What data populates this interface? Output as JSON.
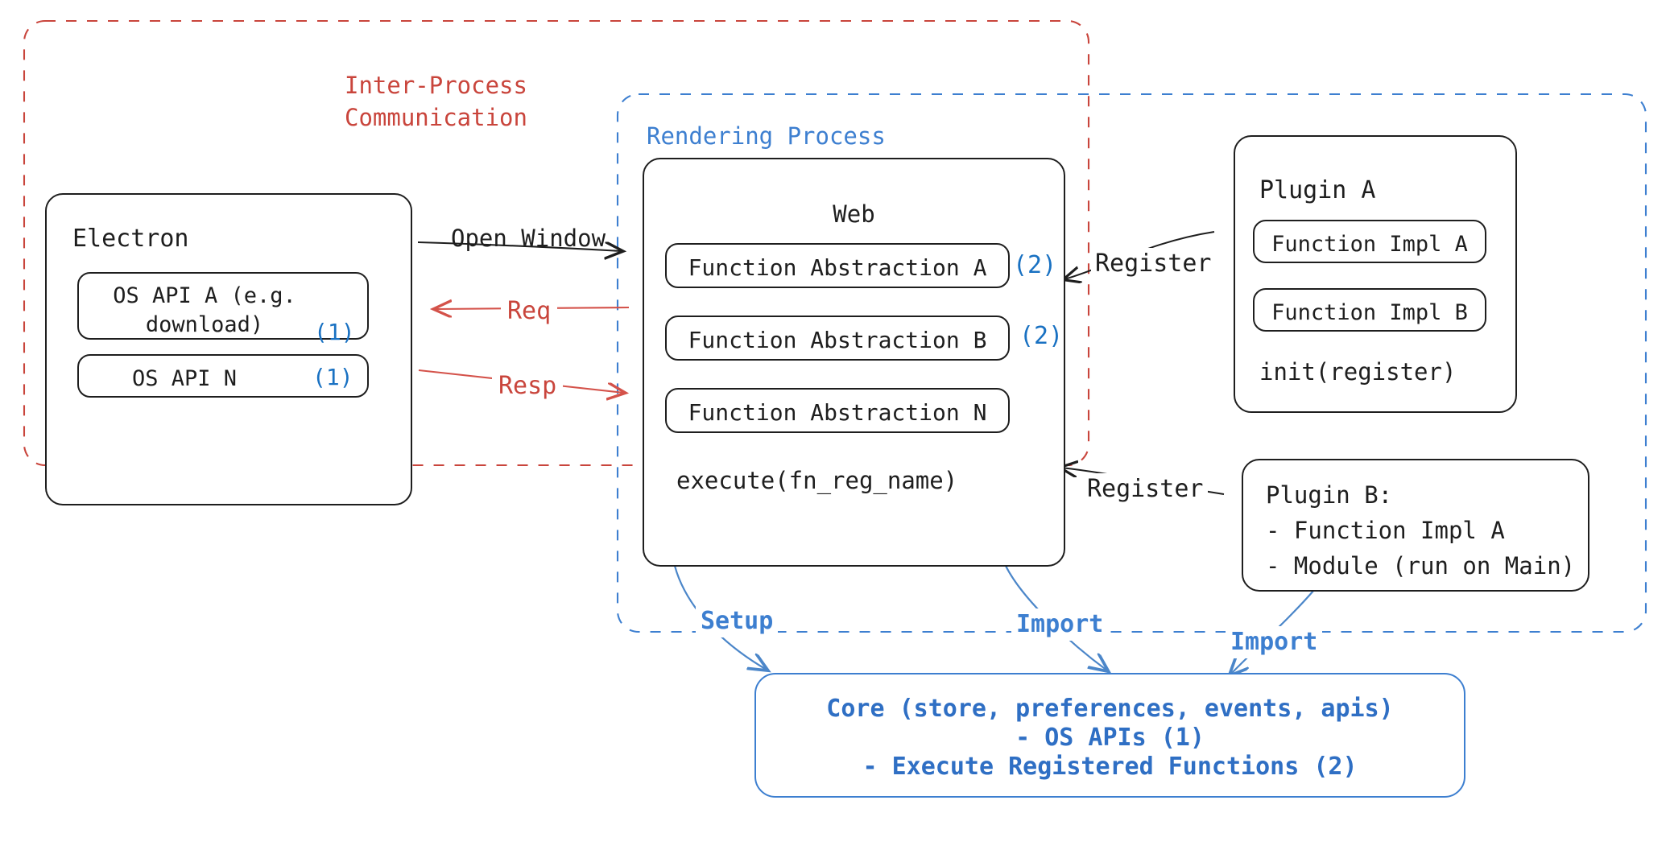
{
  "diagram": {
    "title": "Electron plugin architecture",
    "colors": {
      "ipc_red": "#c9453c",
      "render_blue": "#3d7fd0",
      "accent_blue": "#1971c2",
      "stroke_black": "#1e1e1e"
    }
  },
  "regions": {
    "ipc": {
      "label": "Inter-Process\nCommunication",
      "style": "dashed",
      "color": "#c9453c"
    },
    "rendering": {
      "label": "Rendering Process",
      "style": "dashed",
      "color": "#3d7fd0"
    }
  },
  "electron": {
    "title": "Electron",
    "apis": [
      {
        "label": "OS API A (e.g.\ndownload)",
        "marker": "(1)"
      },
      {
        "label": "OS API N",
        "marker": "(1)"
      }
    ]
  },
  "web": {
    "title": "Web",
    "abstractions": [
      {
        "label": "Function Abstraction A",
        "marker": "(2)"
      },
      {
        "label": "Function Abstraction B",
        "marker": "(2)"
      },
      {
        "label": "Function Abstraction N",
        "marker": ""
      }
    ],
    "footer": "execute(fn_reg_name)"
  },
  "plugin_a": {
    "title": "Plugin A",
    "impls": [
      "Function Impl A",
      "Function Impl B"
    ],
    "footer": "init(register)"
  },
  "plugin_b": {
    "title": "Plugin B:",
    "items": [
      "- Function Impl A",
      "- Module (run on Main)"
    ]
  },
  "core": {
    "lines": [
      "Core (store, preferences, events, apis)",
      "- OS APIs (1)",
      "- Execute Registered Functions (2)"
    ]
  },
  "edges": {
    "open_window": "Open Window",
    "req": "Req",
    "resp": "Resp",
    "register_a": "Register",
    "register_b": "Register",
    "setup": "Setup",
    "import_web": "Import",
    "import_plugin": "Import"
  }
}
